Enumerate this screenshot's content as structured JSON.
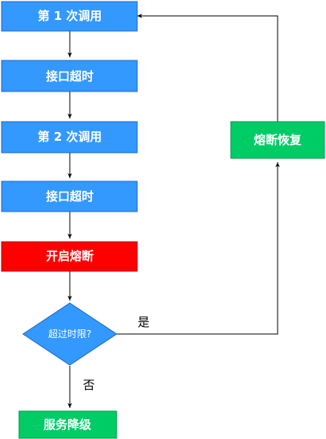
{
  "nodes": {
    "call1": {
      "label": "第 1 次调用",
      "fill": "#3399ff"
    },
    "timeout1": {
      "label": "接口超时",
      "fill": "#3399ff"
    },
    "call2": {
      "label": "第 2 次调用",
      "fill": "#3399ff"
    },
    "timeout2": {
      "label": "接口超时",
      "fill": "#3399ff"
    },
    "open_breaker": {
      "label": "开启熔断",
      "fill": "#ff0000"
    },
    "decision": {
      "label": "超过时限?",
      "fill": "#3399ff"
    },
    "degrade": {
      "label": "服务降级",
      "fill": "#00cc66"
    },
    "recover": {
      "label": "熔断恢复",
      "fill": "#00cc66"
    }
  },
  "edges": {
    "yes_label": "是",
    "no_label": "否"
  },
  "colors": {
    "blue": "#3399ff",
    "red": "#ff0000",
    "green": "#00cc66"
  }
}
